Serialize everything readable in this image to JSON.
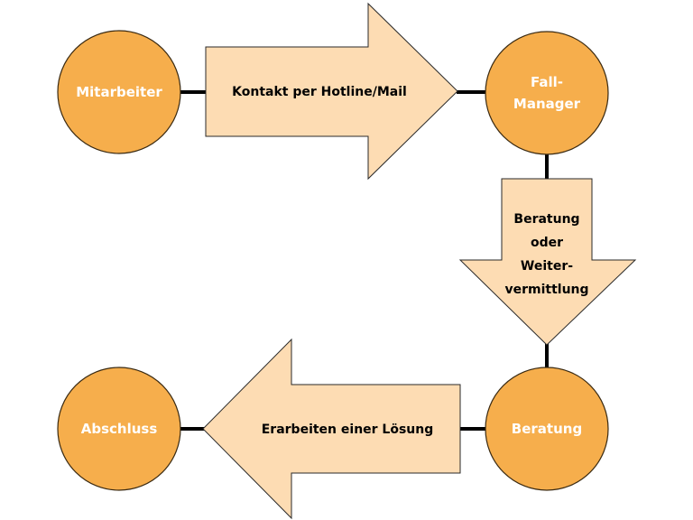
{
  "colors": {
    "node_fill": "#F6AE4C",
    "arrow_fill": "#FDDCB3",
    "connector": "#000000",
    "node_text": "#FFFFFF",
    "arrow_text": "#000000"
  },
  "nodes": {
    "mitarbeiter": {
      "label": "Mitarbeiter"
    },
    "fall_manager": {
      "line1": "Fall-",
      "line2": "Manager"
    },
    "beratung": {
      "label": "Beratung"
    },
    "abschluss": {
      "label": "Abschluss"
    }
  },
  "arrows": {
    "contact": {
      "label": "Kontakt per Hotline/Mail",
      "direction": "right"
    },
    "advice": {
      "line1": "Beratung",
      "line2": "oder",
      "line3": "Weiter-",
      "line4": "vermittlung",
      "direction": "down"
    },
    "solution": {
      "label": "Erarbeiten einer Lösung",
      "direction": "left"
    }
  }
}
